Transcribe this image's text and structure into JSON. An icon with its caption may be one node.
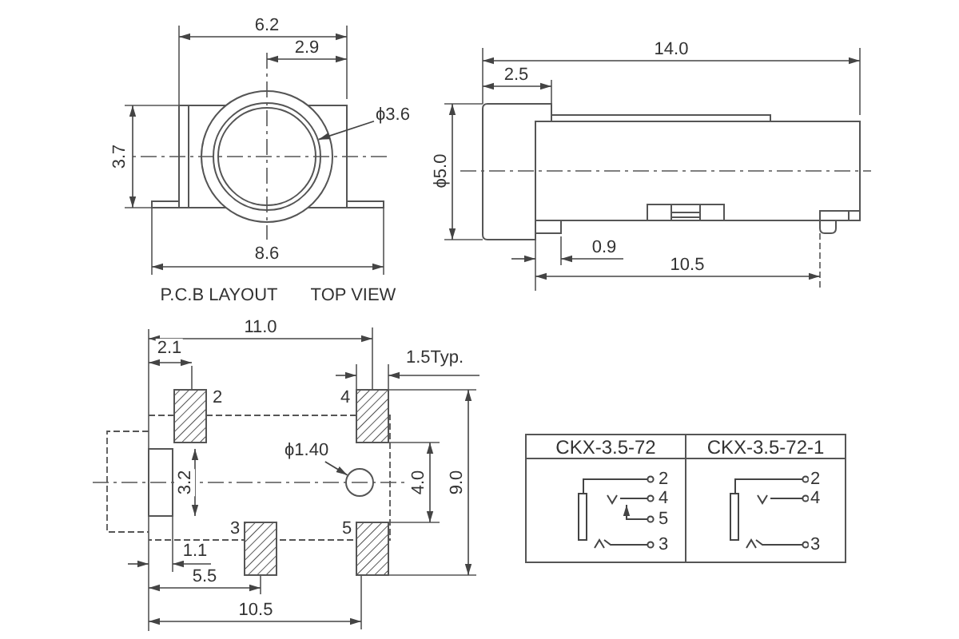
{
  "diagram": {
    "nodes": [
      {
        "text": [
          "ϕ3.6"
        ]
      },
      {
        "text": [],
        "shape": "circle"
      },
      {
        "text": [
          "ϕ1.40"
        ]
      },
      {
        "text": [],
        "shape": "circle"
      }
    ],
    "edges": [
      {
        "from": 0,
        "to": 1,
        "arrow": "to"
      },
      {
        "from": 2,
        "to": 3,
        "arrow": "to"
      }
    ],
    "labels": [
      "6.2",
      "2.9",
      "3.7",
      "8.6",
      "P.C.B LAYOUT",
      "TOP VIEW",
      "14.0",
      "2.5",
      "ϕ5.0",
      "0.9",
      "10.5",
      "11.0",
      "2.1",
      "1.5Typ.",
      "2",
      "4",
      "3.2",
      "4.0",
      "9.0",
      "3",
      "5",
      "1.1",
      "5.5",
      "10.5",
      "CKX-3.5-72",
      "CKX-3.5-72-1",
      "2",
      "4",
      "5",
      "3",
      "2",
      "4",
      "3"
    ]
  }
}
